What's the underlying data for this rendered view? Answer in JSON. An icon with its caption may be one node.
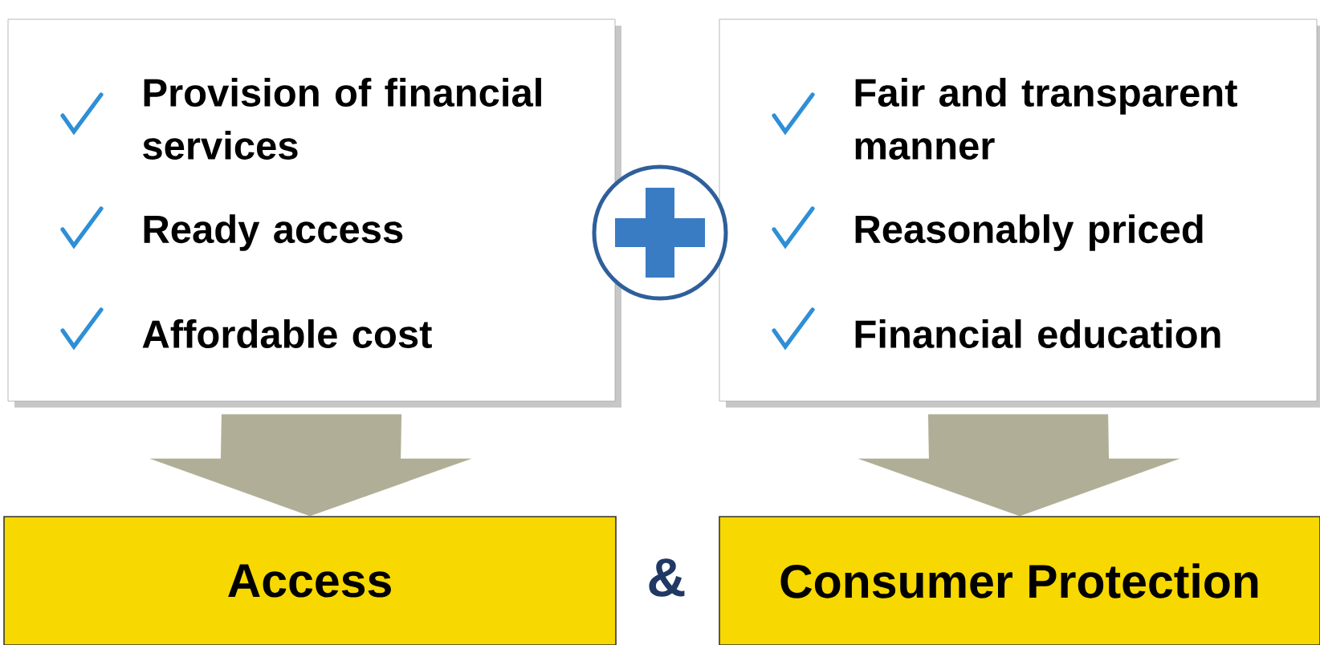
{
  "diagram": {
    "nodes": [
      {
        "text": [
          "Provision of financial services",
          "Ready access",
          "Affordable cost"
        ]
      },
      {
        "text": [
          "Fair and transparent manner",
          "Reasonably priced",
          "Financial education"
        ]
      },
      {
        "text": [
          "Access"
        ]
      },
      {
        "text": [
          "Consumer Protection"
        ]
      }
    ],
    "edges": [
      {
        "from": 0,
        "to": 2,
        "arrow": "to"
      },
      {
        "from": 1,
        "to": 3,
        "arrow": "to"
      }
    ],
    "labels": [
      "&"
    ]
  }
}
